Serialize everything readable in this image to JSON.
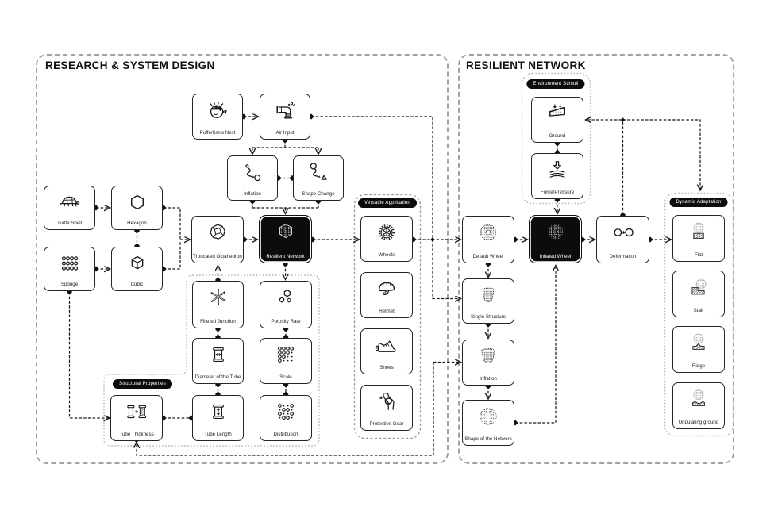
{
  "titles": {
    "left": "RESEARCH & SYSTEM DESIGN",
    "right": "RESILIENT NETWORK"
  },
  "pills": {
    "structural": "Structural Properties",
    "versatile": "Versatile Application",
    "environment": "Environment Stimuli",
    "dynamic": "Dynamic Adaptation"
  },
  "nodes": {
    "pufferfish": "Pufferfish's Nest",
    "air_input": "Air Input",
    "inflation_a": "Inflation",
    "shape_change": "Shape Change",
    "turtle_shell": "Turtle Shell",
    "hexagon": "Hexagon",
    "sponge": "Sponge",
    "cubic": "Cubic",
    "truncated_octahedron": "Truncated Octahedron",
    "resilient_network": "Resilient Network",
    "filleted_junction": "Filleted Junction",
    "porosity_rate": "Porosity Rate",
    "diameter_of_tube": "Diameter of the Tube",
    "scale": "Scale",
    "tube_thickness": "Tube Thickness",
    "tube_length": "Tube Length",
    "distribution": "Distribution",
    "wheels": "Wheels",
    "helmet": "Helmet",
    "shoes": "Shoes",
    "protective_gear": "Protective Gear",
    "ground": "Ground",
    "force_pressure": "Force/Pressure",
    "default_wheel": "Default Wheel",
    "inflated_wheel": "Inflated Wheel",
    "deformation": "Deformation",
    "single_structure": "Single Structure",
    "inflation_b": "Inflation",
    "shape_of_network": "Shape of the Network",
    "flat": "Flat",
    "stair": "Stair",
    "ridge": "Ridge",
    "undulating_ground": "Undulating ground"
  },
  "colors": {
    "ink": "#1a1a1a",
    "dark_node": "#0c0c0c",
    "panel_border": "#a3a3a3",
    "container_border": "#b5b5b5"
  }
}
